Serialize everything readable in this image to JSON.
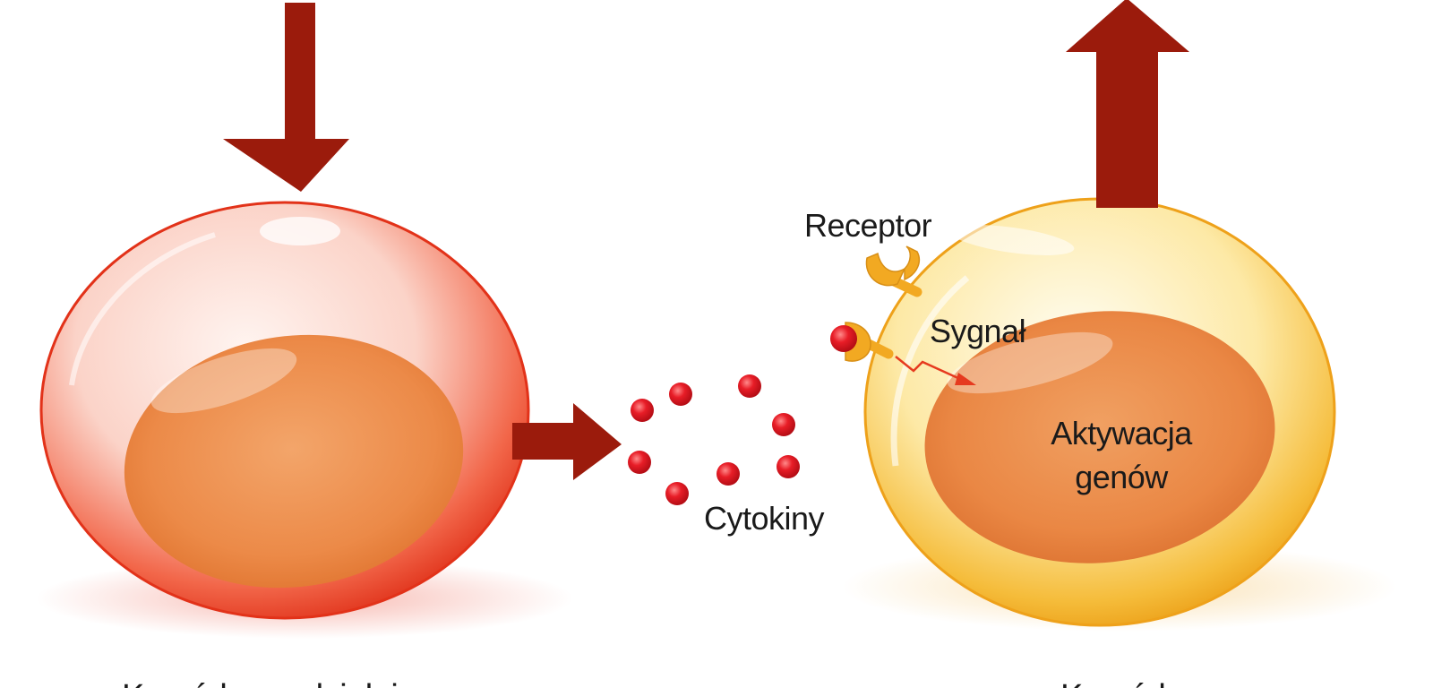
{
  "labels": {
    "receptor": "Receptor",
    "signal": "Sygnał",
    "cytokines": "Cytokiny",
    "activation_line1": "Aktywacja",
    "activation_line2": "genów",
    "secreting_cell_partial": "Komórka wydzielająca",
    "target_cell_partial": "Komórka"
  },
  "colors": {
    "arrow": "#9b1b0c",
    "cytokine": "#e0141e",
    "receptor": "#f2a922",
    "signal_zigzag": "#e63a1f",
    "left_cell": "#e8341c",
    "right_cell": "#f0a51c",
    "nucleus": "#e8843e"
  }
}
